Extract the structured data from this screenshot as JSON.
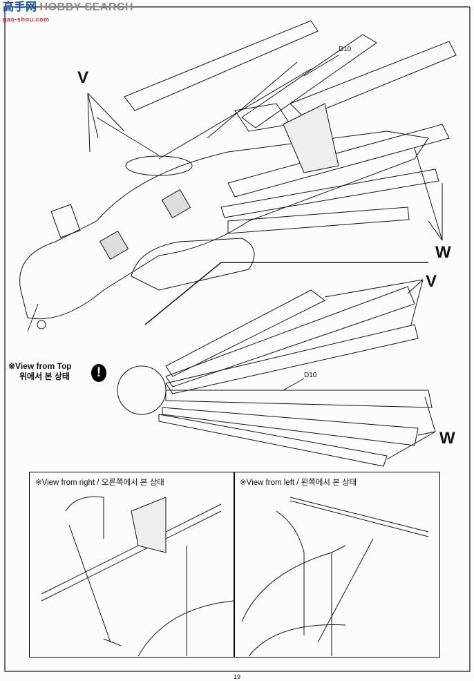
{
  "watermark": {
    "brand": "HOBBY SEARCH",
    "chinese": "高手网",
    "url": "gao-shou.com"
  },
  "labels": {
    "v_top": "V",
    "w_top": "W",
    "d10_top": "D10",
    "v_mid": "V",
    "w_mid": "W",
    "d10_mid": "D10"
  },
  "top_view_note": {
    "en": "※View from Top",
    "ko": "위에서 본 상태",
    "icon": "exclamation-icon",
    "icon_glyph": "!"
  },
  "panels": [
    {
      "caption": "※View from right / 오른쪽에서 본 상태"
    },
    {
      "caption": "※View from left / 왼쪽에서 본 상태"
    }
  ],
  "page_number": "19"
}
